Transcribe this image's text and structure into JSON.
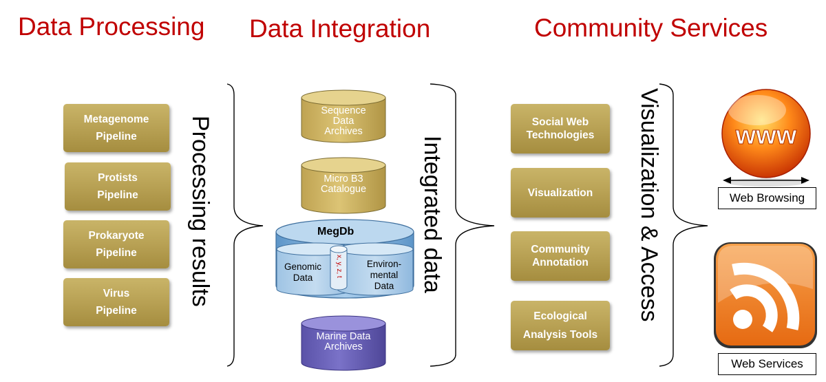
{
  "headings": {
    "processing": "Data Processing",
    "integration": "Data Integration",
    "community": "Community Services"
  },
  "pipelines": [
    {
      "line1": "Metagenome",
      "line2": "Pipeline"
    },
    {
      "line1": "Protists",
      "line2": "Pipeline"
    },
    {
      "line1": "Prokaryote",
      "line2": "Pipeline"
    },
    {
      "line1": "Virus",
      "line2": "Pipeline"
    }
  ],
  "brace_labels": {
    "processing": "Processing results",
    "integration": "Integrated data",
    "access": "Visualization & Access"
  },
  "cylinders": {
    "sequence": {
      "line1": "Sequence",
      "line2": "Data",
      "line3": "Archives"
    },
    "microb3": {
      "line1": "Micro B3",
      "line2": "Catalogue"
    },
    "marine": {
      "line1": "Marine Data",
      "line2": "Archives"
    }
  },
  "megdb": {
    "title": "MegDb",
    "genomic_line1": "Genomic",
    "genomic_line2": "Data",
    "env_line1": "Environ-",
    "env_line2": "mental",
    "env_line3": "Data",
    "xyzt": "x, y, z, t"
  },
  "services": [
    {
      "line1": "Social Web",
      "line2": "Technologies"
    },
    {
      "line1": "Visualization",
      "line2": ""
    },
    {
      "line1": "Community",
      "line2": "Annotation"
    },
    {
      "line1": "Ecological",
      "line2": "Analysis Tools"
    }
  ],
  "outputs": {
    "www_logo": "www",
    "web_browsing": "Web Browsing",
    "web_services": "Web Services"
  },
  "icons": {
    "www": "globe-www-icon",
    "rss": "rss-feed-icon"
  },
  "colors": {
    "heading": "#c00000",
    "gold_box": "#b8a154",
    "gold_cylinder": "#d2b865",
    "megdb_blue": "#7fb3de",
    "marine_purple": "#6a62b8"
  }
}
